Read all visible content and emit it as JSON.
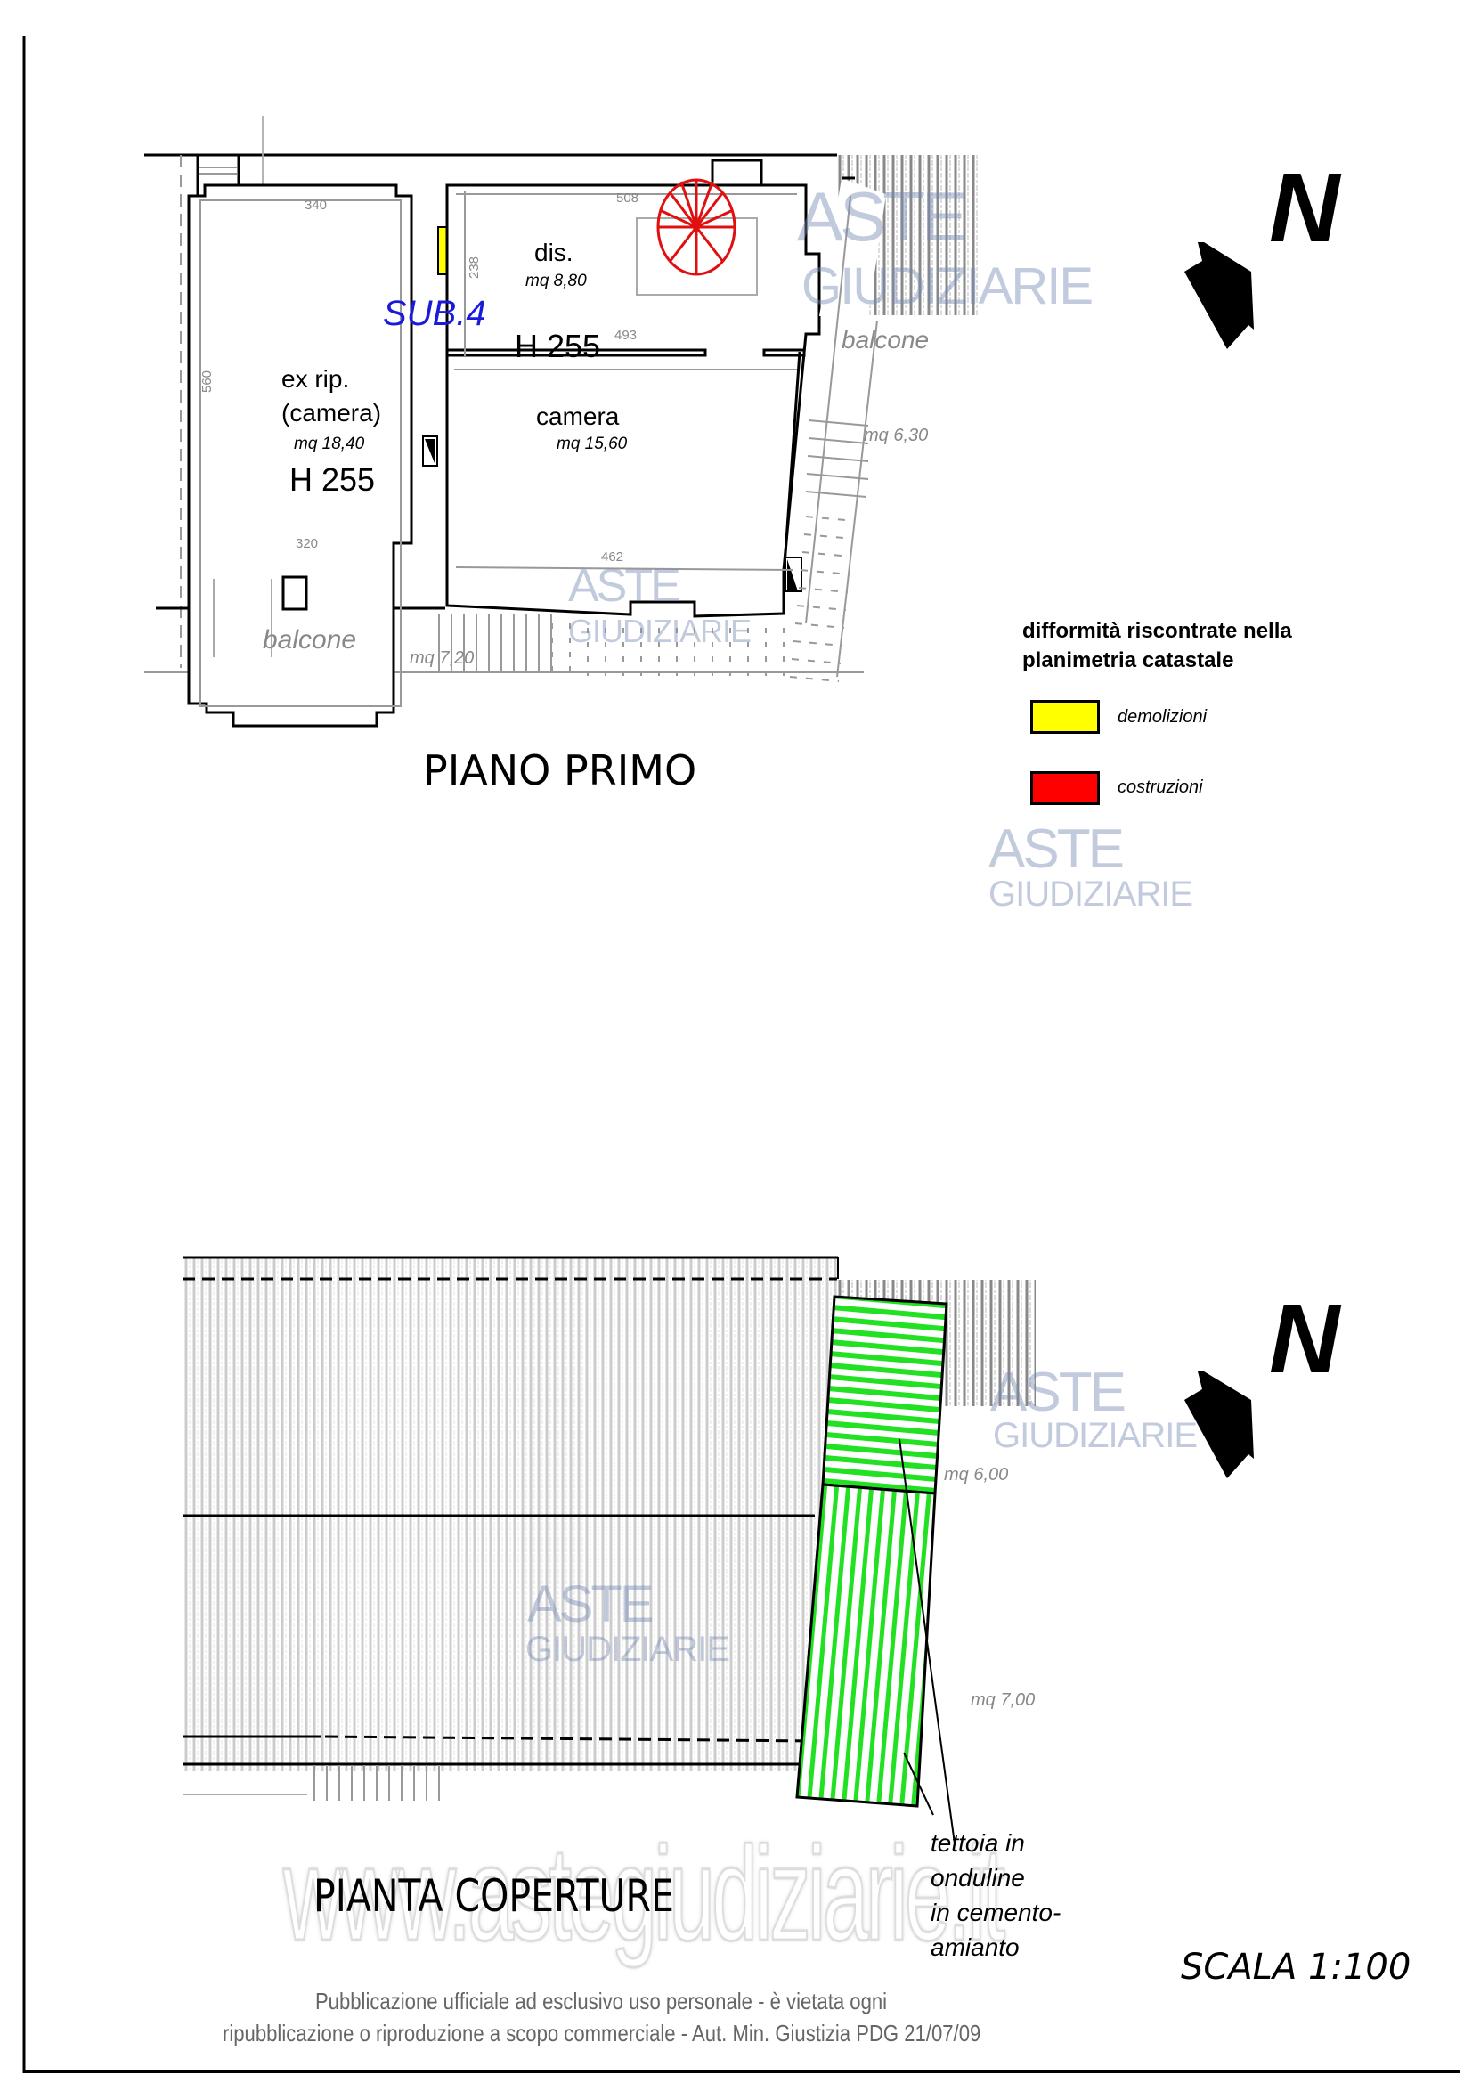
{
  "piano_primo": {
    "title": "PIANO PRIMO",
    "sub_label": "SUB.4",
    "rooms": [
      {
        "name": "ex rip.",
        "name2": "(camera)",
        "area": "mq 18,40",
        "height": "H 255"
      },
      {
        "name": "dis.",
        "area": "mq 8,80",
        "height": "H 255"
      },
      {
        "name": "camera",
        "area": "mq 15,60"
      }
    ],
    "dimensions": {
      "d340": "340",
      "d508": "508",
      "d238": "238",
      "d560": "560",
      "d493": "493",
      "d320": "320",
      "d462": "462"
    },
    "balconies": [
      {
        "label": "balcone",
        "area": "mq 7,20"
      },
      {
        "label": "balcone",
        "area": "mq 6,30"
      }
    ],
    "north": "N"
  },
  "legend": {
    "title_line1": "difformità riscontrate nella",
    "title_line2": "planimetria catastale",
    "items": [
      {
        "label": "demolizioni",
        "color": "#ffff00"
      },
      {
        "label": "costruzioni",
        "color": "#ff0000"
      }
    ]
  },
  "pianta_coperture": {
    "title": "PIANTA COPERTURE",
    "areas": [
      "mq 6,00",
      "mq 7,00"
    ],
    "note_lines": [
      "tettoia in",
      "onduline",
      "in cemento-",
      "amianto"
    ],
    "north": "N",
    "hatch_color": "#22dd22"
  },
  "scale": "SCALA 1:100",
  "watermark": {
    "brand_line1": "ASTE",
    "brand_line2": "GIUDIZIARIE",
    "site": "www.astegiudiziarie.it"
  },
  "footer": {
    "line1": "Pubblicazione ufficiale ad esclusivo uso personale - è vietata ogni",
    "line2": "ripubblicazione o riproduzione a scopo commerciale - Aut. Min. Giustizia PDG 21/07/09"
  }
}
